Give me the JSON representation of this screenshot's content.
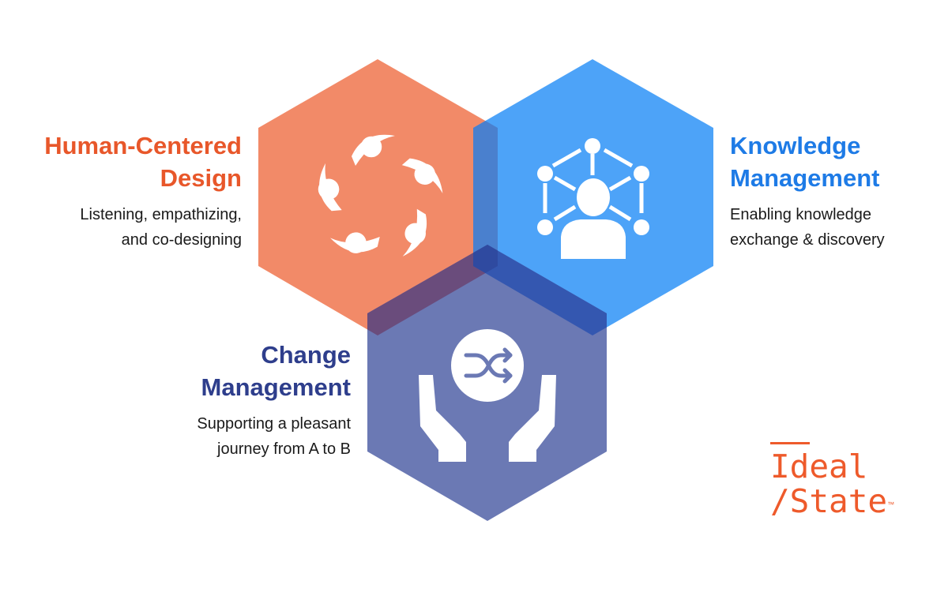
{
  "pillars": [
    {
      "title_line1": "Human-Centered",
      "title_line2": "Design",
      "desc_line1": "Listening, empathizing,",
      "desc_line2": "and co-designing",
      "color": "#E8572A",
      "hex_color": "#F28A68",
      "icon": "people-circle-icon"
    },
    {
      "title_line1": "Knowledge",
      "title_line2": "Management",
      "desc_line1": "Enabling knowledge",
      "desc_line2": "exchange & discovery",
      "color": "#1E7BE6",
      "hex_color": "#4DA3F8",
      "icon": "network-person-icon"
    },
    {
      "title_line1": "Change",
      "title_line2": "Management",
      "desc_line1": "Supporting a pleasant",
      "desc_line2": "journey from A to B",
      "color": "#2E3E8C",
      "hex_color": "#6B79B4",
      "icon": "hands-shuffle-icon"
    }
  ],
  "logo": {
    "line1": "Ideal",
    "line2": "/State",
    "tm": "™",
    "color": "#EE5A2B"
  }
}
